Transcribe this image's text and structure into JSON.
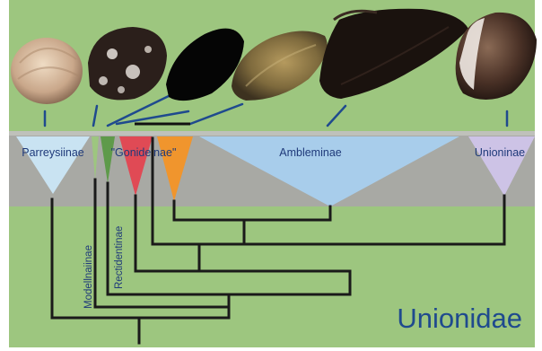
{
  "colors": {
    "panel": "#9dc67f",
    "band": "#a8a9a4",
    "band_edge": "#bfc1bb",
    "branch": "#1a1a1a",
    "label": "#1f3a7a",
    "family_label": "#1f4a8e"
  },
  "family_label": "Unionidae",
  "subfamilies": [
    {
      "key": "parreysiinae",
      "label": "Parreysiinae",
      "color": "#c9e3f2"
    },
    {
      "key": "modellnaiinae",
      "label": "Modellnaiinae",
      "color": "#9dc67f"
    },
    {
      "key": "rectidentinae",
      "label": "Rectidentinae",
      "color": "#5e9a4a"
    },
    {
      "key": "gonideinae",
      "label": "\"Gonideinae\"",
      "color": "#e04a55"
    },
    {
      "key": "gonideinae2",
      "label": "",
      "color": "#f0952d"
    },
    {
      "key": "ambleminae",
      "label": "Ambleminae",
      "color": "#a8cdeb"
    },
    {
      "key": "unioninae",
      "label": "Unioninae",
      "color": "#cdc3e6"
    }
  ],
  "shell_images": [
    {
      "key": "shell-1",
      "subject": "pale tan clam shell"
    },
    {
      "key": "shell-2",
      "subject": "dark mottled mussel shell"
    },
    {
      "key": "shell-3",
      "subject": "black elongate mussel shell"
    },
    {
      "key": "shell-4",
      "subject": "olive-brown elongate mussel shell"
    },
    {
      "key": "shell-5",
      "subject": "large black winged mussel shell"
    },
    {
      "key": "shell-6",
      "subject": "dark brown open mussel shell"
    }
  ]
}
